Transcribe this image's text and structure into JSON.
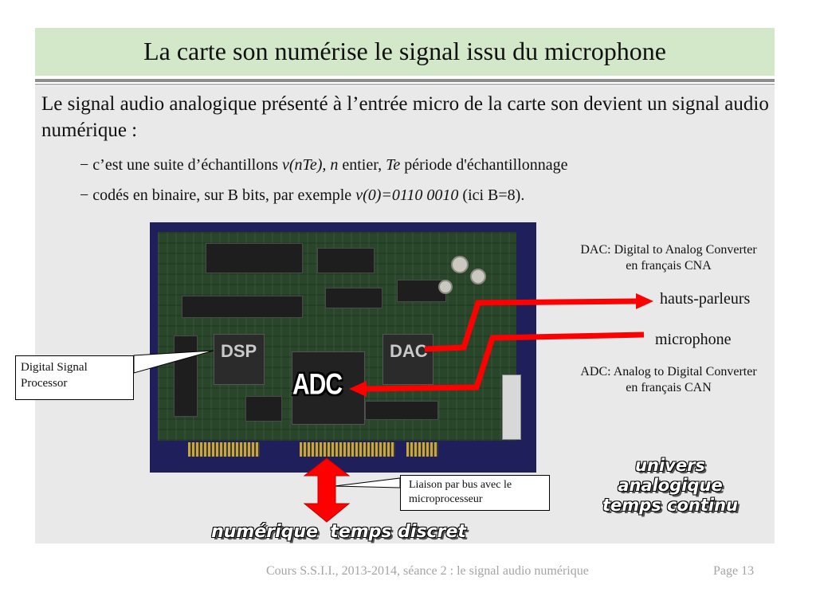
{
  "title": "La carte son numérise le signal issu du microphone",
  "intro": "Le signal audio analogique présenté à l’entrée micro de la carte son devient un signal audio numérique :",
  "bullets": [
    {
      "dash": "−",
      "prefix": "c’est une suite d’échantillons ",
      "em1": "v(nTe), n",
      "mid": " entier, ",
      "em2": "Te",
      "suffix": " période d'échantillonnage"
    },
    {
      "dash": "−",
      "prefix": "codés en binaire, sur B bits, par exemple ",
      "em1": "v(0)=0110 0010",
      "suffix": " (ici B=8)."
    }
  ],
  "figure": {
    "chip_labels": {
      "dsp": "DSP",
      "dac": "DAC",
      "adc": "ADC"
    },
    "dac_note": {
      "line1": "DAC: Digital to Analog Converter",
      "line2": "en français CNA"
    },
    "adc_note": {
      "line1": "ADC: Analog to Digital Converter",
      "line2": "en français CAN"
    },
    "speakers_label": "hauts-parleurs",
    "microphone_label": "microphone",
    "dsp_callout": "Digital Signal Processor",
    "bus_callout": "Liaison par bus avec le microprocesseur",
    "analog_wordart": [
      "univers",
      "analogique",
      "temps continu"
    ],
    "digital_wordart": "numérique  temps discret",
    "arrow_color": "#ff0000"
  },
  "footer": {
    "course": "Cours S.S.I.I., 2013-2014, séance 2 : le signal audio numérique",
    "page": "Page 13"
  }
}
